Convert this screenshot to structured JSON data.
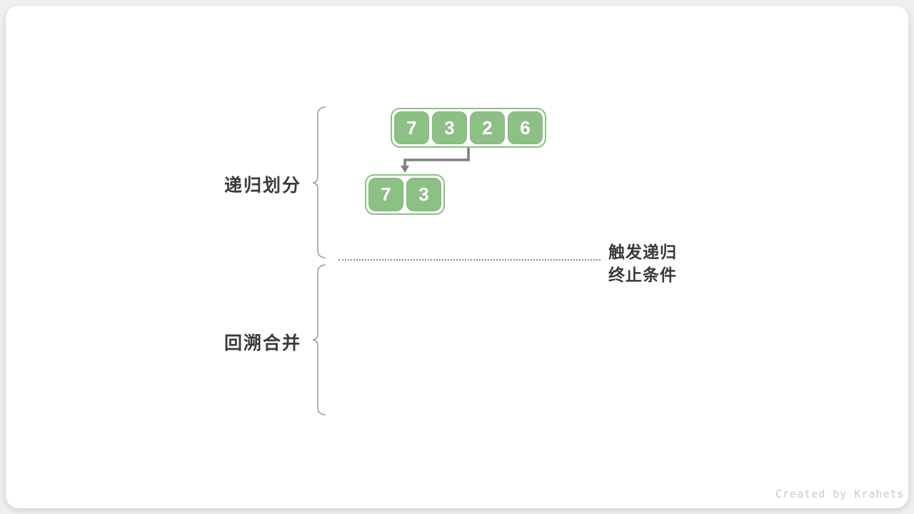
{
  "labels": {
    "phase1": "递归划分",
    "phase2": "回溯合并",
    "annotation_line1": "触发递归",
    "annotation_line2": "终止条件"
  },
  "arrays": {
    "top": [
      "7",
      "3",
      "2",
      "6"
    ],
    "child": [
      "7",
      "3"
    ]
  },
  "colors": {
    "cell_green": "#8cc084",
    "cell_border_green": "#84b97c",
    "cell_text": "#ffffff",
    "arrow_gray": "#7f7f7f",
    "brace_gray": "#a6a6a6",
    "dotted_line_gray": "#8a8a8a",
    "label_text": "#3a3a3a",
    "watermark_gray": "#c9c9c9",
    "card_background": "#ffffff",
    "page_background": "#eeeff0"
  },
  "watermark": "Created by Krahets"
}
